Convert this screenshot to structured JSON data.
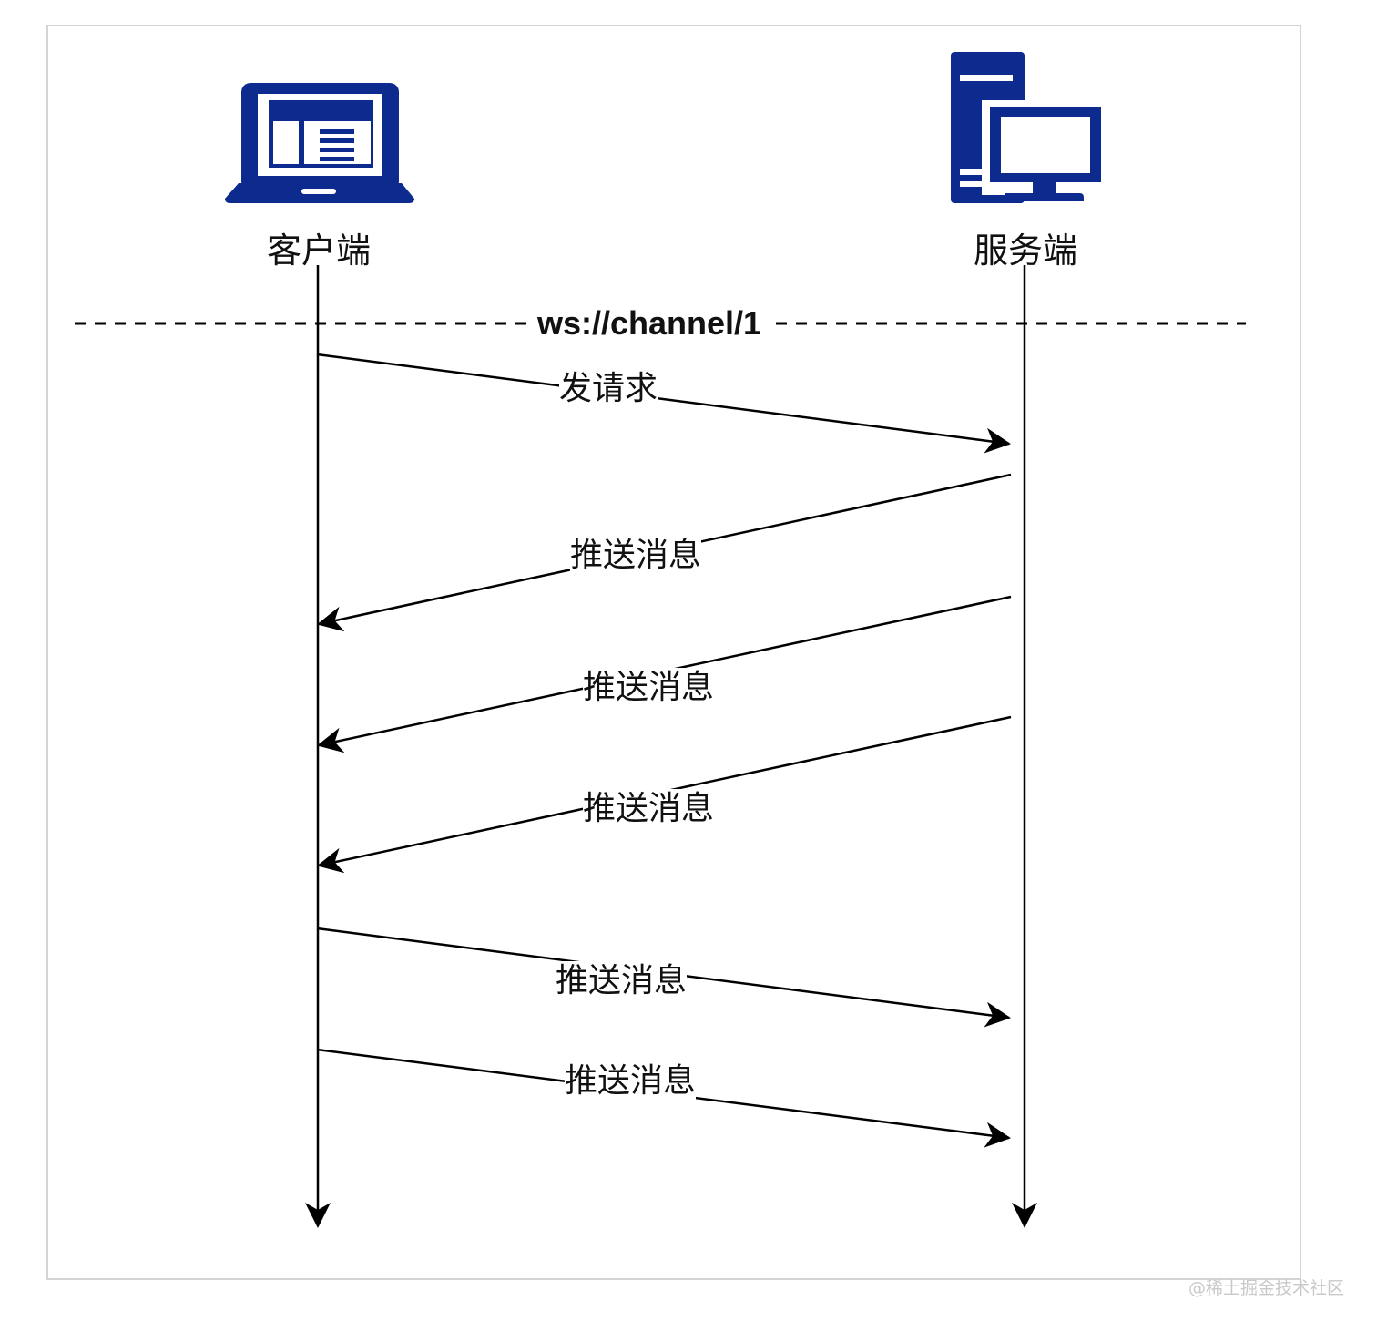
{
  "diagram": {
    "client": {
      "label": "客户端",
      "icon": "laptop-icon",
      "color": "#0d2a8f"
    },
    "server": {
      "label": "服务端",
      "icon": "server-computer-icon",
      "color": "#0d2a8f"
    },
    "channel": {
      "label": "ws://channel/1"
    },
    "messages": [
      {
        "label": "发请求",
        "direction": "client-to-server"
      },
      {
        "label": "推送消息",
        "direction": "server-to-client"
      },
      {
        "label": "推送消息",
        "direction": "server-to-client"
      },
      {
        "label": "推送消息",
        "direction": "server-to-client"
      },
      {
        "label": "推送消息",
        "direction": "client-to-server"
      },
      {
        "label": "推送消息",
        "direction": "client-to-server"
      }
    ]
  },
  "watermark": "@稀土掘金技术社区"
}
